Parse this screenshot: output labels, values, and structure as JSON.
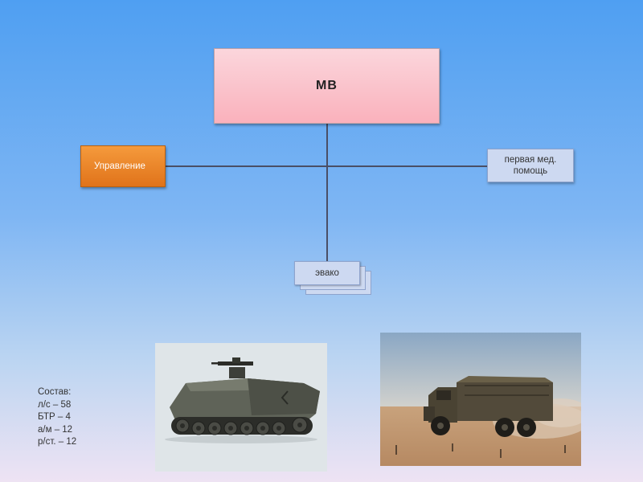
{
  "diagram": {
    "root": {
      "label": "МВ"
    },
    "left_node": {
      "label": "Управление"
    },
    "right_node": {
      "label": "первая мед. помощь"
    },
    "bottom_node": {
      "label": "эвако"
    }
  },
  "composition": {
    "title": "Состав:",
    "items": [
      "л/с – 58",
      "БТР – 4",
      "а/м – 12",
      "р/ст. – 12"
    ]
  },
  "images": [
    {
      "subject": "armored-personnel-carrier"
    },
    {
      "subject": "military-truck-in-desert"
    }
  ]
}
